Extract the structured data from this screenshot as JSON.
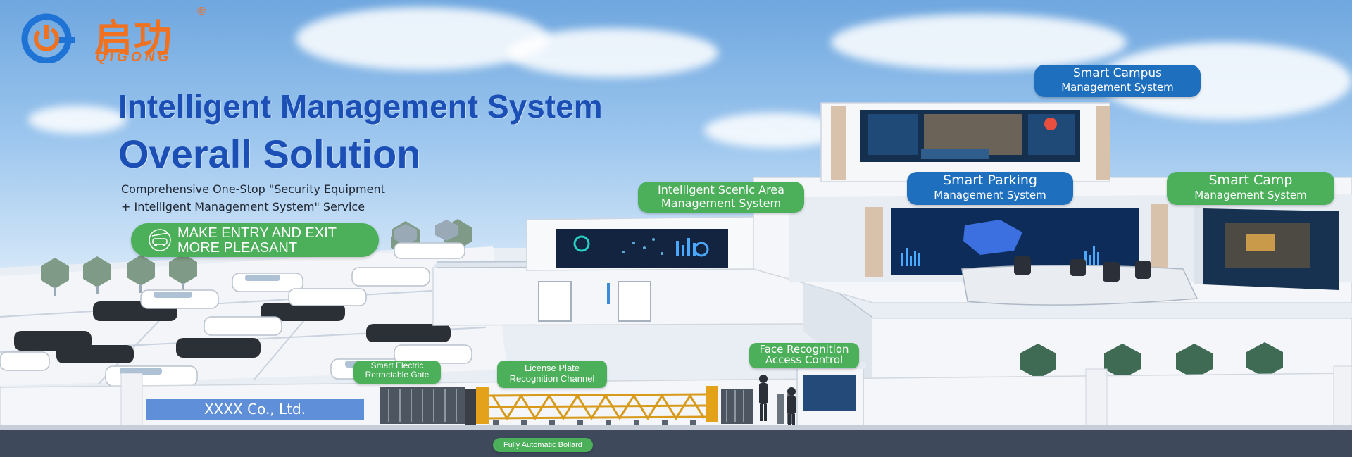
{
  "brand": {
    "name_cn": "启功",
    "name_en": "QIGONG",
    "registered_mark": "®",
    "color": "#f0711f",
    "icon": "power-g-logo-icon"
  },
  "hero": {
    "headline_line1": "Intelligent Management System",
    "headline_line2": "Overall Solution",
    "subtitle_line1": "Comprehensive One-Stop \"Security Equipment",
    "subtitle_line2": "+ Intelligent Management System\" Service",
    "headline_color": "#1c4fb5"
  },
  "slogan": {
    "line1": "MAKE ENTRY AND EXIT",
    "line2": "MORE PLEASANT",
    "icon": "car-gate-icon",
    "color": "#4cb05a"
  },
  "labels": {
    "smart_campus": {
      "line1": "Smart Campus",
      "line2": "Management System"
    },
    "scenic_area": {
      "line1": "Intelligent Scenic Area",
      "line2": "Management System"
    },
    "smart_parking": {
      "line1": "Smart Parking",
      "line2": "Management System"
    },
    "smart_camp": {
      "line1": "Smart Camp",
      "line2": "Management System"
    },
    "face_recognition": {
      "line1": "Face Recognition",
      "line2": "Access Control"
    },
    "license_plate": {
      "line1": "License Plate",
      "line2": "Recognition Channel"
    },
    "smart_gate": {
      "line1": "Smart Electric",
      "line2": "Retractable Gate"
    },
    "bollard": {
      "line1": "Fully Automatic Bollard"
    }
  },
  "company_sign": "XXXX Co., Ltd.",
  "colors": {
    "label_green": "#4cb05a",
    "label_blue": "#1f6fbf",
    "sky": "#9cc6ee"
  }
}
